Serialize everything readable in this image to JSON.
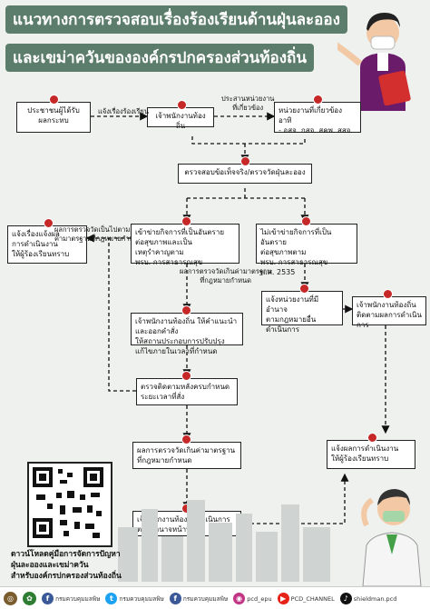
{
  "header": {
    "title_line1": "แนวทางการตรวจสอบเรื่องร้องเรียนด้านฝุ่นละออง",
    "title_line2": "และเขม่าควันขององค์กรปกครองส่วนท้องถิ่น"
  },
  "nodes": {
    "n1": "ประชาชนผู้ได้รับ\nผลกระทบ",
    "n2": "เจ้าพนักงานท้องถิ่น",
    "n3": "หน่วยงานที่เกี่ยวข้อง อาทิ\n- อสจ. กสจ. สคพ. สสจ.",
    "n4": "ตรวจสอบข้อเท็จจริง/ตรวจวัดฝุ่นละออง",
    "n5": "แจ้งเรื่องแจ้งผล\nการดำเนินงาน\nให้ผู้ร้องเรียนทราบ",
    "n6": "เข้าข่ายกิจการที่เป็นอันตราย\nต่อสุขภาพและเป็น\nเหตุรำคาญตาม\nพรบ. การสาธารณสุข",
    "n7": "ไม่เข้าข่ายกิจการที่เป็นอันตราย\nต่อสุขภาพตาม\nพรบ. การสาธารณสุข\nพ.ศ. 2535",
    "n8": "เจ้าพนักงานท้องถิ่น ให้คำแนะนำและออกคำสั่ง\nให้สถานประกอบการปรับปรุง\nแก้ไขภายในเวลาที่กำหนด",
    "n9": "แจ้งหน่วยงานที่มีอำนาจ\nตามกฎหมายอื่น\nดำเนินการ",
    "n10": "เจ้าพนักงานท้องถิ่น\nติดตามผลการดำเนินการ",
    "n11": "ตรวจติดตามหลังครบกำหนด\nระยะเวลาที่สั่ง",
    "n12": "ผลการตรวจวัดเกินค่ามาตรฐาน\nที่กฎหมายกำหนด",
    "n13": "เจ้าพนักงานท้องถิ่นดำเนินการ\nตามอำนาจหน้าที่",
    "n14": "แจ้งผลการดำเนินงาน\nให้ผู้ร้องเรียนทราบ"
  },
  "labels": {
    "l1": "แจ้งเรื่องร้องเรียน",
    "l2": "ประสานหน่วยงาน\nที่เกี่ยวข้อง",
    "l3": "ผลการตรวจวัดเป็นไปตาม\nค่ามาตรฐานที่กฎหมายกำหนด",
    "l4": "ผลการตรวจวัดเกินค่ามาตรฐาน\nที่กฎหมายกำหนด"
  },
  "download_text": "ดาวน์โหลดคู่มือการจัดการปัญหา\nฝุ่นละอองและเขม่าควัน\nสำหรับองค์กรปกครองส่วนท้องถิ่น",
  "footer": {
    "items": [
      {
        "icon": "facebook-icon",
        "label": "กรมควบคุมมลพิษ",
        "color": "#3b5998"
      },
      {
        "icon": "twitter-icon",
        "label": "กรมควบคุมมลพิษ",
        "color": "#1da1f2"
      },
      {
        "icon": "facebook-icon",
        "label": "กรมควบคุมมลพิษ",
        "color": "#3b5998"
      },
      {
        "icon": "instagram-icon",
        "label": "pcd_epu",
        "color": "#c13584"
      },
      {
        "icon": "youtube-icon",
        "label": "PCD_CHANNEL",
        "color": "#e62117"
      },
      {
        "icon": "tiktok-icon",
        "label": "shieldman.pcd",
        "color": "#111111"
      }
    ]
  },
  "colors": {
    "accent": "#5c7d6b",
    "dot": "#c62828"
  }
}
